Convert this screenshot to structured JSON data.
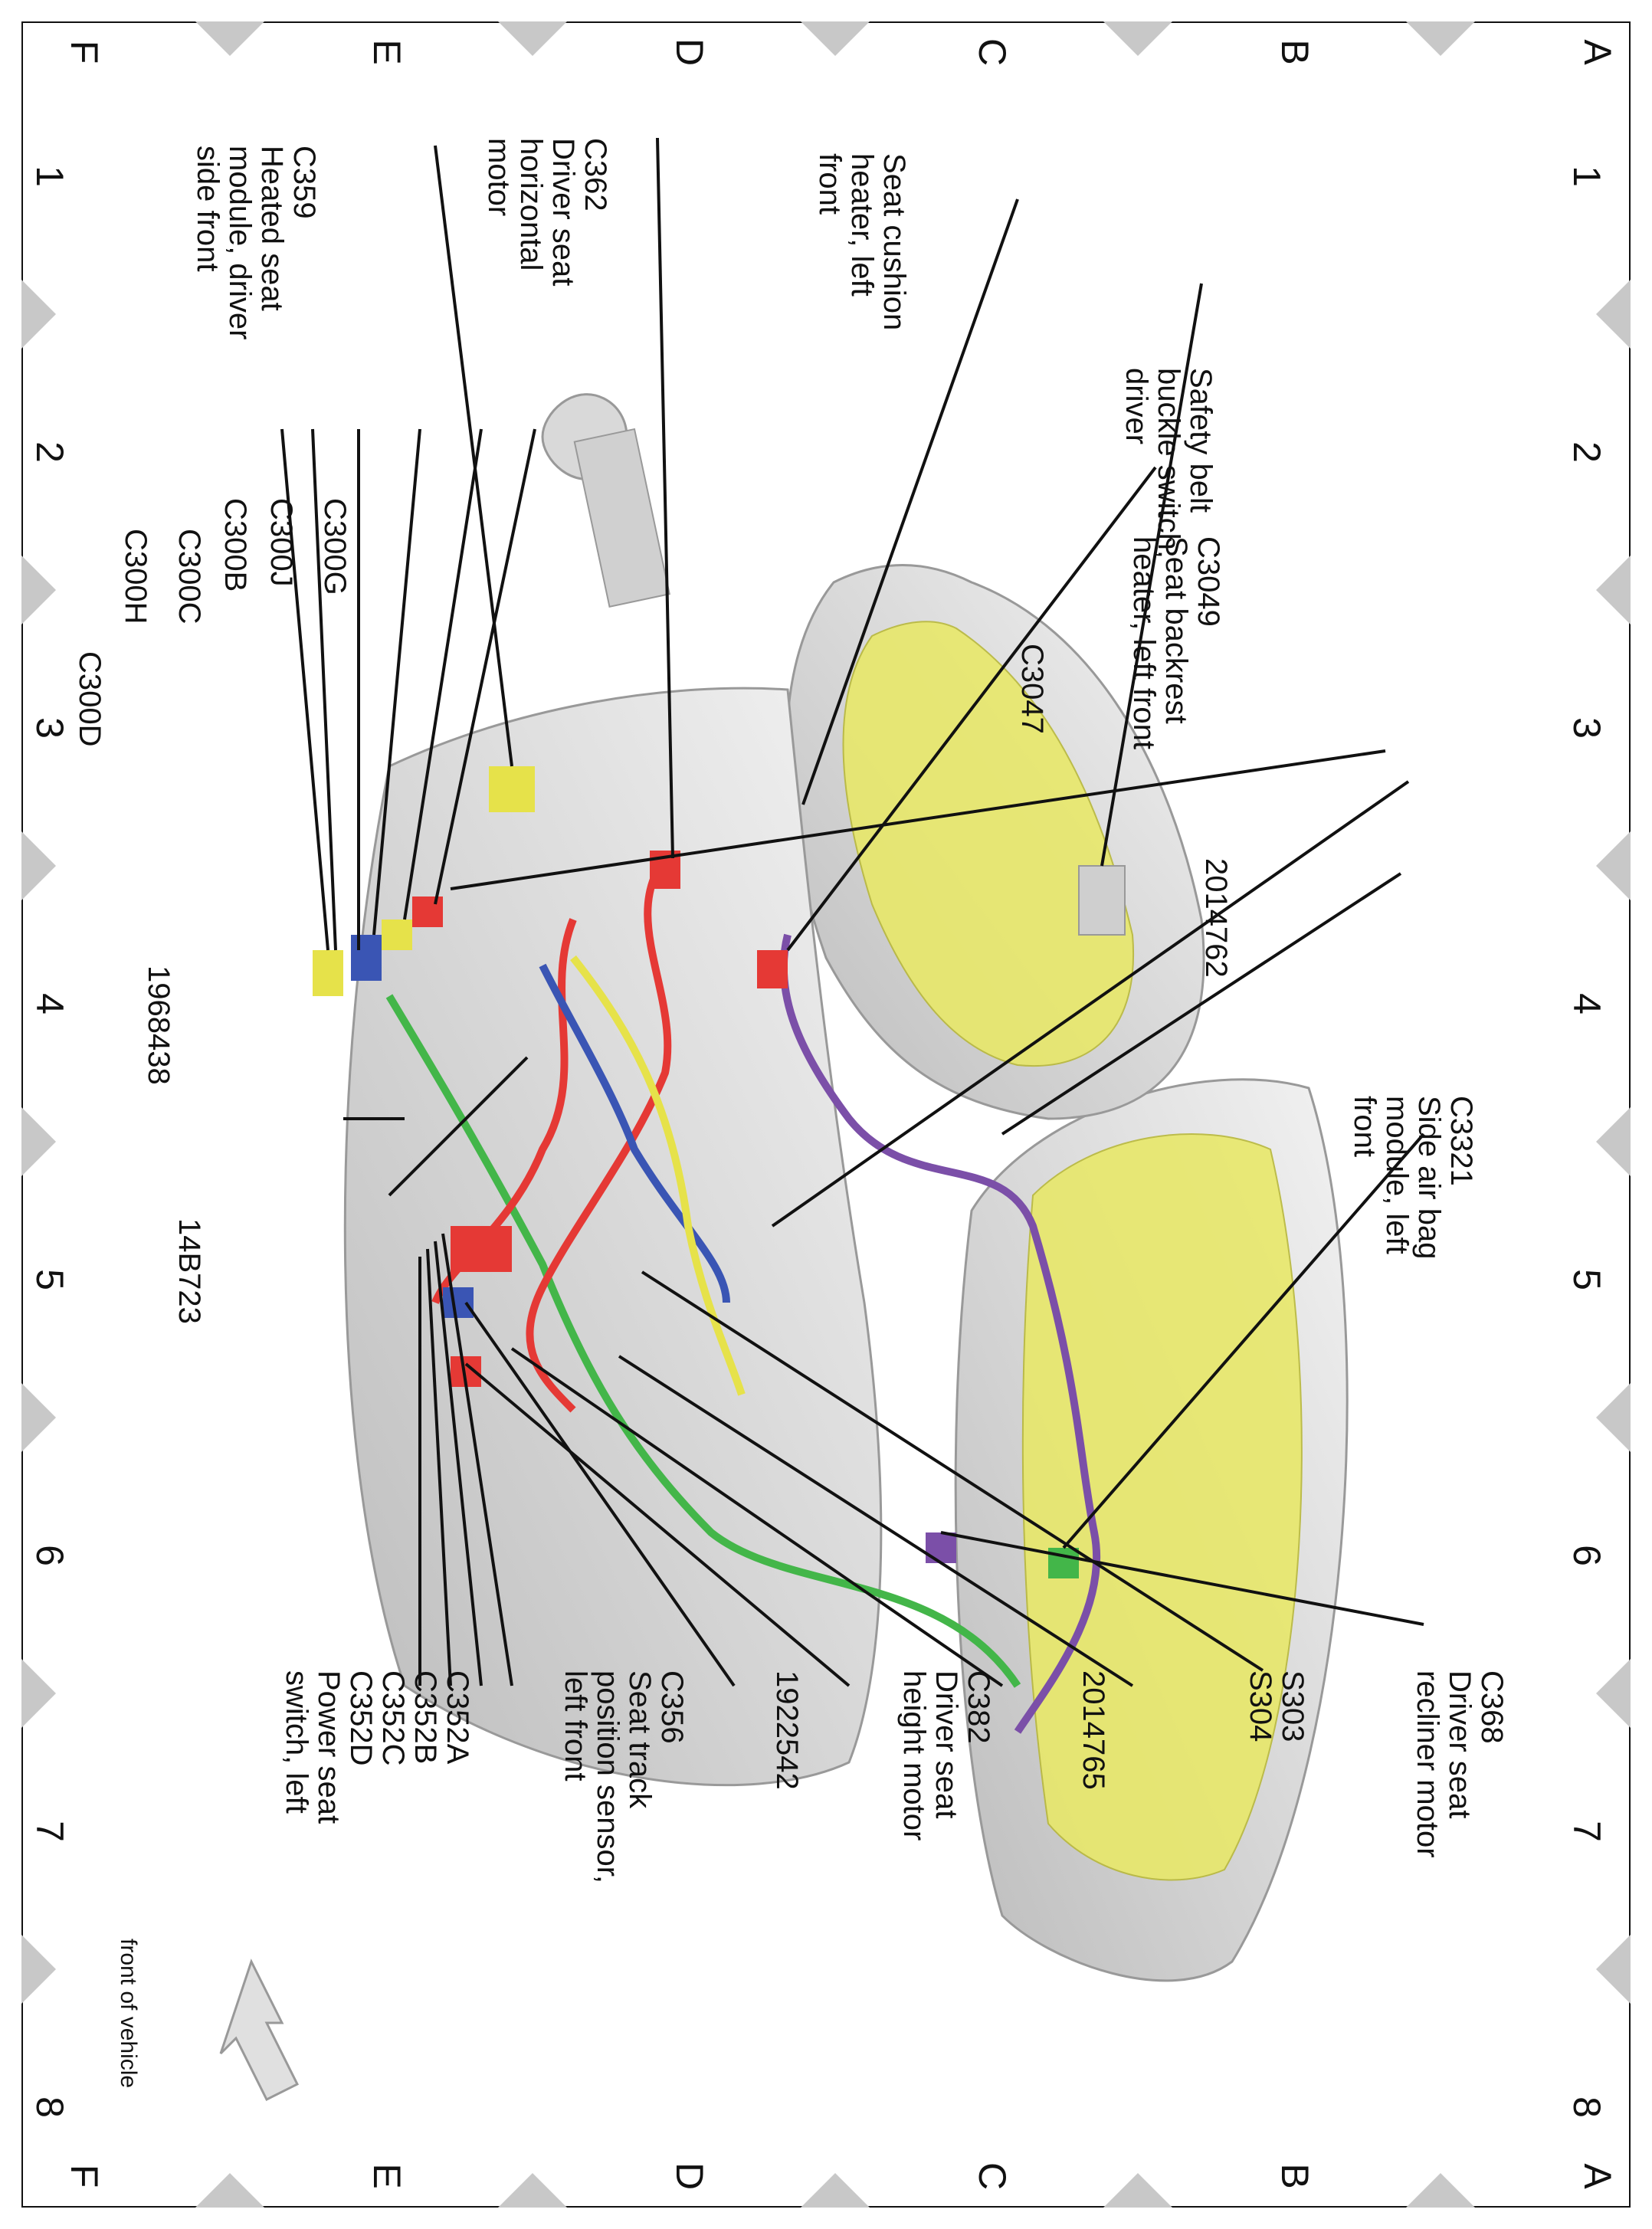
{
  "grid": {
    "rows": [
      "A",
      "B",
      "C",
      "D",
      "E",
      "F"
    ],
    "columns": [
      "1",
      "2",
      "3",
      "4",
      "5",
      "6",
      "7",
      "8"
    ]
  },
  "callouts": [
    {
      "id": "c359",
      "lines": [
        "C359",
        "Heated seat",
        "module, driver",
        "side front"
      ]
    },
    {
      "id": "c362",
      "lines": [
        "C362",
        "Driver seat",
        "horizontal",
        "motor"
      ]
    },
    {
      "id": "seat-cushion-heater",
      "lines": [
        "Seat cushion",
        "heater, left",
        "front"
      ]
    },
    {
      "id": "safety-belt",
      "lines": [
        "Safety belt",
        "buckle switch,",
        "driver"
      ]
    },
    {
      "id": "c3049",
      "lines": [
        "C3049",
        "Seat backrest",
        "heater, left front"
      ]
    },
    {
      "id": "c3047",
      "lines": [
        "C3047"
      ]
    },
    {
      "id": "n2014762",
      "lines": [
        "2014762"
      ]
    },
    {
      "id": "c3321",
      "lines": [
        "C3321",
        "Side air bag",
        "module, left",
        "front"
      ]
    },
    {
      "id": "c368",
      "lines": [
        "C368",
        "Driver seat",
        "recliner motor"
      ]
    },
    {
      "id": "s303",
      "lines": [
        "S303",
        "S304"
      ]
    },
    {
      "id": "n2014765",
      "lines": [
        "2014765"
      ]
    },
    {
      "id": "c382",
      "lines": [
        "C382",
        "Driver seat",
        "height motor"
      ]
    },
    {
      "id": "n1922542",
      "lines": [
        "1922542"
      ]
    },
    {
      "id": "c356",
      "lines": [
        "C356",
        "Seat track",
        "position sensor,",
        "left front"
      ]
    },
    {
      "id": "c352",
      "lines": [
        "C352A",
        "C352B",
        "C352C",
        "C352D",
        "Power seat",
        "switch, left"
      ]
    },
    {
      "id": "n14b723",
      "lines": [
        "14B723"
      ]
    },
    {
      "id": "n1968438",
      "lines": [
        "1968438"
      ]
    },
    {
      "id": "c300g",
      "lines": [
        "C300G"
      ]
    },
    {
      "id": "c300j",
      "lines": [
        "C300J"
      ]
    },
    {
      "id": "c300b",
      "lines": [
        "C300B"
      ]
    },
    {
      "id": "c300c",
      "lines": [
        "C300C"
      ]
    },
    {
      "id": "c300h",
      "lines": [
        "C300H"
      ]
    },
    {
      "id": "c300d",
      "lines": [
        "C300D"
      ]
    }
  ],
  "orientation_label": "front of vehicle",
  "colors": {
    "seat": "#d9d9d9",
    "heater_pad": "#e8e86a",
    "wire_red": "#e53935",
    "wire_green": "#43b649",
    "wire_blue": "#3a55b4",
    "wire_purple": "#7b4fa8",
    "wire_yellow": "#e6e24a",
    "marker": "#c8c8c8"
  }
}
